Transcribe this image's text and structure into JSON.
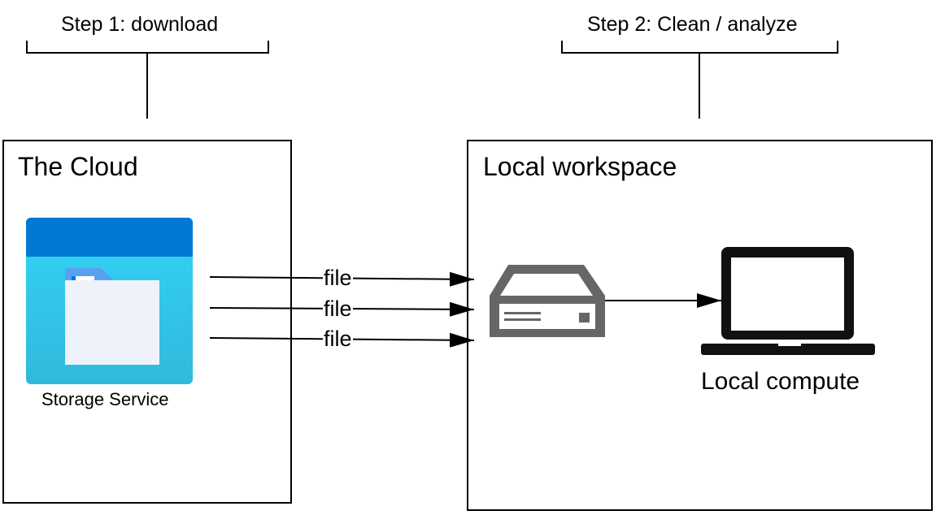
{
  "steps": {
    "step1": "Step 1: download",
    "step2": "Step 2: Clean / analyze"
  },
  "cloud": {
    "title": "The Cloud",
    "storage_label": "Storage Service",
    "storage_icon": "folder-storage-icon"
  },
  "workspace": {
    "title": "Local workspace",
    "server_icon": "server-icon",
    "compute_icon": "laptop-icon",
    "compute_label": "Local compute"
  },
  "transfers": [
    {
      "label": "file"
    },
    {
      "label": "file"
    },
    {
      "label": "file"
    }
  ],
  "colors": {
    "storage_header": "#0078d4",
    "storage_body_top": "#32d4f5",
    "storage_body_bottom": "#31b9dd",
    "folder_sheet": "#eef3fb",
    "folder_tab": "#5aa0f0",
    "server_gray": "#666666",
    "laptop_black": "#111111"
  }
}
